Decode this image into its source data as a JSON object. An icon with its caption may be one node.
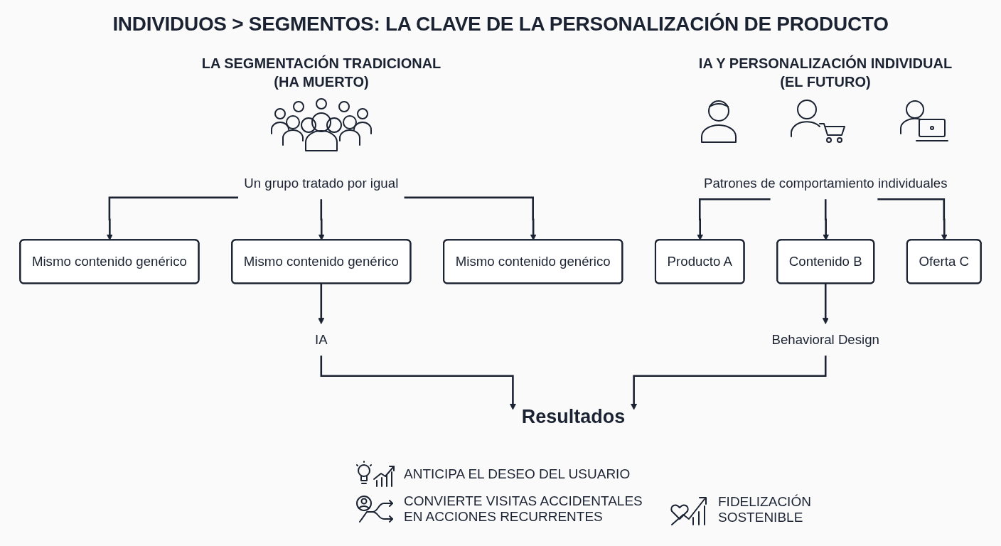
{
  "diagram": {
    "title": "INDIVIDUOS > SEGMENTOS: LA CLAVE DE LA PERSONALIZACIÓN DE PRODUCTO",
    "nodes": [
      {
        "text": [
          "Un grupo tratado por igual"
        ]
      },
      {
        "text": [
          "Mismo contenido genérico"
        ]
      },
      {
        "text": [
          "Mismo contenido genérico"
        ]
      },
      {
        "text": [
          "Mismo contenido genérico"
        ]
      },
      {
        "text": [
          "Patrones de comportamiento individuales"
        ]
      },
      {
        "text": [
          "Producto A"
        ]
      },
      {
        "text": [
          "Contenido B"
        ]
      },
      {
        "text": [
          "Oferta C"
        ]
      },
      {
        "text": [
          "IA"
        ]
      },
      {
        "text": [
          "Behavioral Design"
        ]
      },
      {
        "text": [
          "Resultados"
        ]
      }
    ],
    "edges": [
      {
        "from": 0,
        "to": 1,
        "arrow": "to"
      },
      {
        "from": 0,
        "to": 2,
        "arrow": "to"
      },
      {
        "from": 0,
        "to": 3,
        "arrow": "to"
      },
      {
        "from": 4,
        "to": 5,
        "arrow": "to"
      },
      {
        "from": 4,
        "to": 6,
        "arrow": "to"
      },
      {
        "from": 4,
        "to": 7,
        "arrow": "to"
      },
      {
        "from": 2,
        "to": 8,
        "arrow": "to"
      },
      {
        "from": 6,
        "to": 9,
        "arrow": "to"
      },
      {
        "from": 8,
        "to": 10,
        "arrow": "to"
      },
      {
        "from": 9,
        "to": 10,
        "arrow": "to"
      }
    ],
    "labels": [
      "LA SEGMENTACIÓN TRADICIONAL (HA MUERTO)",
      "IA Y PERSONALIZACIÓN INDIVIDUAL (EL FUTURO)",
      "ANTICIPA EL DESEO DEL USUARIO",
      "CONVIERTE VISITAS ACCIDENTALES EN ACCIONES RECURRENTES",
      "FIDELIZACIÓN SOSTENIBLE"
    ]
  }
}
